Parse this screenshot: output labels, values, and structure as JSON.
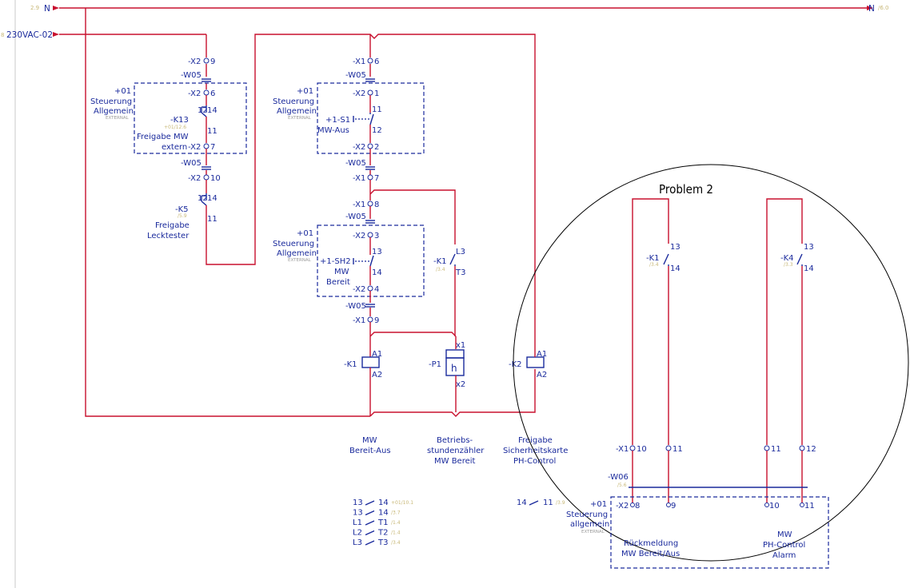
{
  "rails": {
    "n_left_ref": "2.9",
    "n_left": "N",
    "n_right": "N",
    "n_right_ref": "/6.0",
    "vac_ref": "8",
    "vac": "230VAC-02"
  },
  "col1": {
    "x2_9": "-X2",
    "x2_9_n": "9",
    "w05_a": "-W05",
    "plus01": "+01",
    "steuer": "Steuerung",
    "allg": "Allgemein",
    "ext": "EXTERNAL",
    "x2_6": "-X2",
    "x2_6_n": "6",
    "k13": "-K13",
    "k13_ref": "+01/12.6",
    "c12": "12",
    "c14": "14",
    "c11": "11",
    "freigabe_mw": "Freigabe MW",
    "extern": "extern",
    "x2_7": "-X2",
    "x2_7_n": "7",
    "w05_b": "-W05",
    "x2_10": "-X2",
    "x2_10_n": "10",
    "k5": "-K5",
    "k5_ref": "/5.9",
    "k5_12": "12",
    "k5_14": "14",
    "k5_11": "11",
    "freigabe": "Freigabe",
    "lecktester": "Lecktester"
  },
  "col2": {
    "x1_6": "-X1",
    "x1_6_n": "6",
    "w05_a": "-W05",
    "plus01": "+01",
    "steuer": "Steuerung",
    "allg": "Allgemein",
    "ext": "EXTERNAL",
    "x2_1": "-X2",
    "x2_1_n": "1",
    "s1": "+1-S1",
    "s1_11": "11",
    "s1_12": "12",
    "mw_aus": "MW-Aus",
    "x2_2": "-X2",
    "x2_2_n": "2",
    "w05_b": "-W05",
    "x1_7": "-X1",
    "x1_7_n": "7",
    "x1_8": "-X1",
    "x1_8_n": "8",
    "w05_c": "-W05",
    "plus01b": "+01",
    "steuer_b": "Steuerung",
    "allg_b": "Allgemein",
    "ext_b": "EXTERNAL",
    "x2_3": "-X2",
    "x2_3_n": "3",
    "sh2": "+1-SH2",
    "sh2_13": "13",
    "sh2_14": "14",
    "mw": "MW",
    "bereit": "Bereit",
    "x2_4": "-X2",
    "x2_4_n": "4",
    "w05_d": "-W05",
    "x1_9": "-X1",
    "x1_9_n": "9",
    "k1": "-K1",
    "a1": "A1",
    "a2": "A2",
    "label1": "MW",
    "label2": "Bereit-Aus"
  },
  "col3": {
    "k1": "-K1",
    "k1_ref": "/3.4",
    "l3": "L3",
    "t3": "T3",
    "p1": "-P1",
    "h": "h",
    "x1": "x1",
    "x2": "x2",
    "label1": "Betriebs-",
    "label2": "stundenzähler",
    "label3": "MW Bereit"
  },
  "col4": {
    "k2": "-K2",
    "a1": "A1",
    "a2": "A2",
    "label1": "Freigabe",
    "label2": "Sicherheitskarte",
    "label3": "PH-Control"
  },
  "xref_k1": [
    {
      "a": "13",
      "b": "14",
      "ref": "+01/10.1"
    },
    {
      "a": "13",
      "b": "14",
      "ref": "/3.7"
    },
    {
      "a": "L1",
      "b": "T1",
      "ref": "/1.4"
    },
    {
      "a": "L2",
      "b": "T2",
      "ref": "/1.4"
    },
    {
      "a": "L3",
      "b": "T3",
      "ref": "/3.4"
    }
  ],
  "xref_k2": {
    "a": "14",
    "b": "11",
    "ref": "/3.9"
  },
  "right": {
    "problem": "Problem 2",
    "k1": "-K1",
    "k1_ref": "/3.4",
    "k1_13": "13",
    "k1_14": "14",
    "k4": "-K4",
    "k4_ref": "/3.3",
    "k4_13": "13",
    "k4_14": "14",
    "x1": "-X1",
    "x1_10": "10",
    "x1_11a": "11",
    "x1_11b": "11",
    "x1_12": "12",
    "w06": "-W06",
    "w06_ref": "/5.6",
    "x2": "-X2",
    "x2_8": "8",
    "x2_9": "9",
    "x2_10": "10",
    "x2_11": "11",
    "plus01": "+01",
    "steuer": "Steuerung",
    "allg": "allgemein",
    "ext": "EXTERNAL",
    "rm1": "Rückmeldung",
    "rm2": "MW Bereit/Aus",
    "mw1": "MW",
    "mw2": "PH-Control",
    "mw3": "Alarm"
  }
}
